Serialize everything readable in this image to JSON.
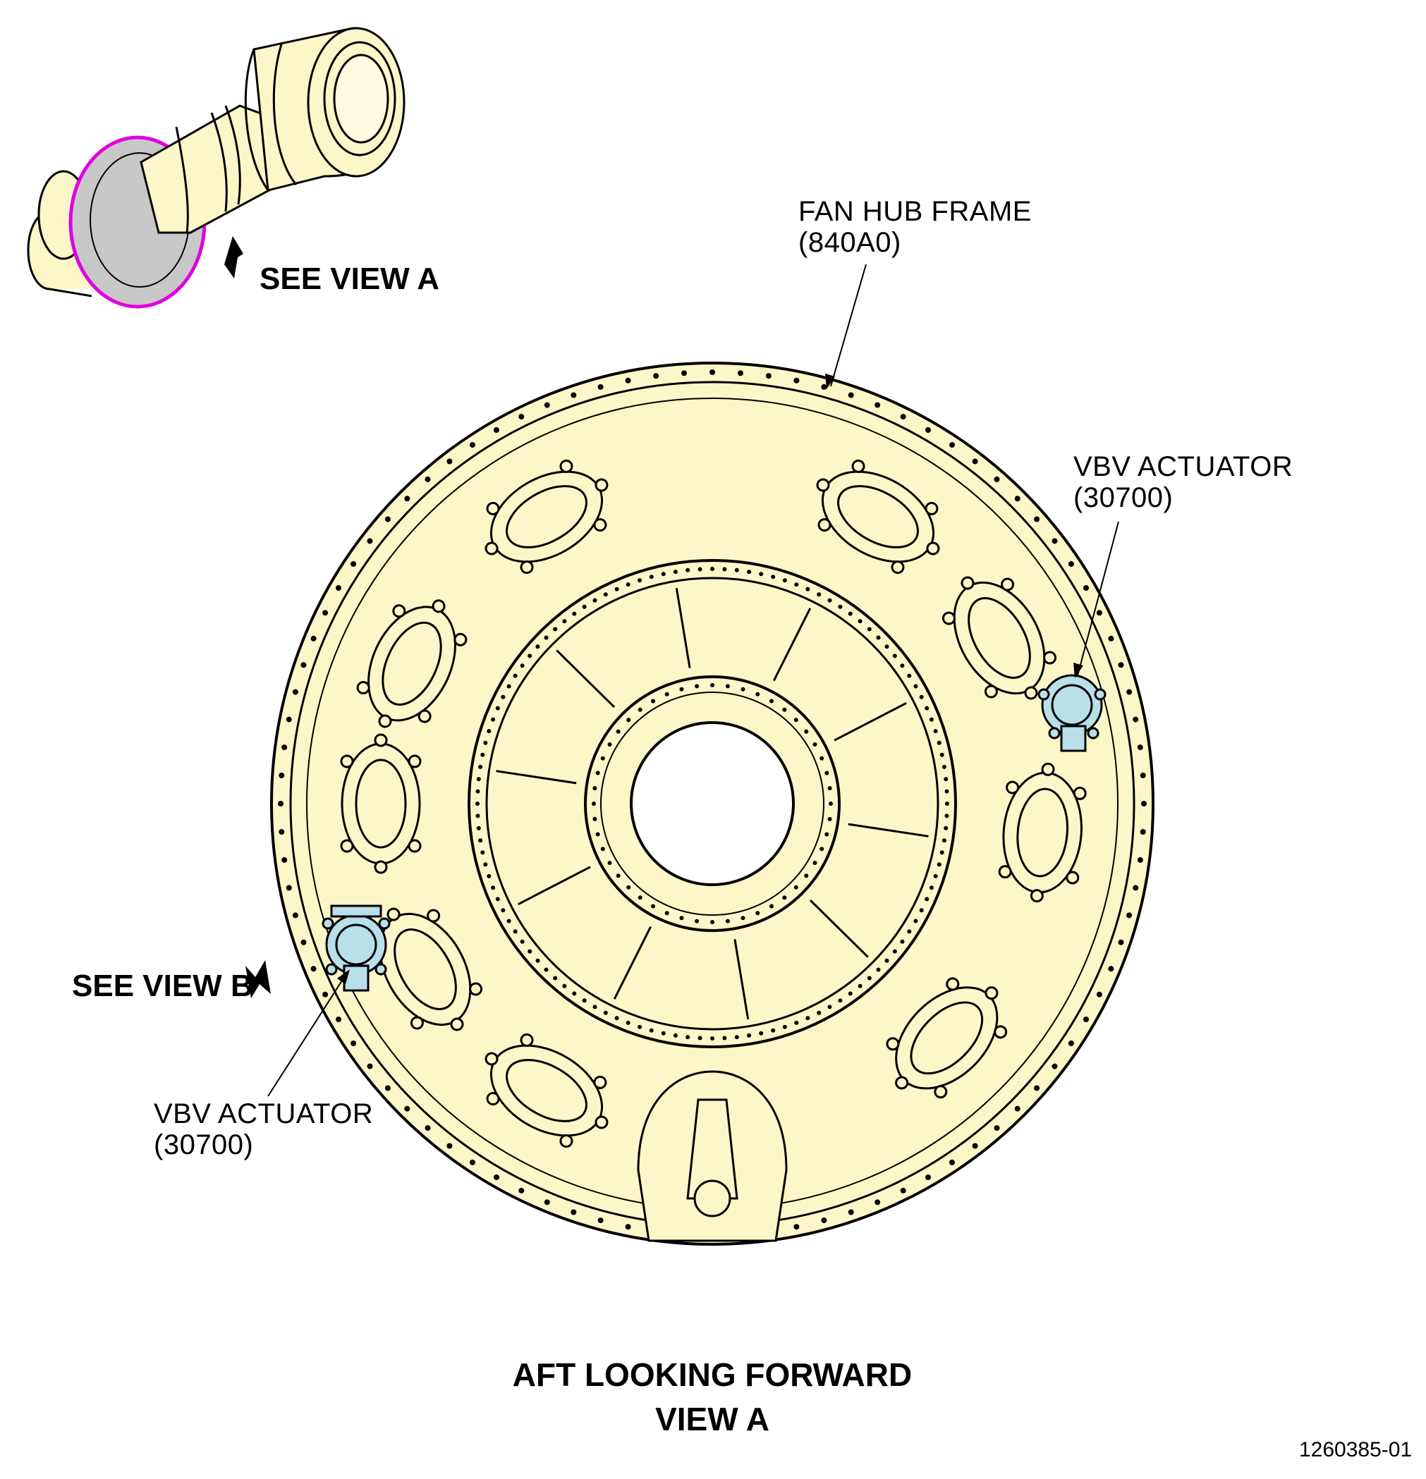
{
  "callouts": {
    "fan_hub_frame": {
      "name": "FAN HUB FRAME",
      "ref": "(840A0)"
    },
    "vbv_actuator_right": {
      "name": "VBV ACTUATOR",
      "ref": "(30700)"
    },
    "vbv_actuator_left": {
      "name": "VBV ACTUATOR",
      "ref": "(30700)"
    }
  },
  "view_refs": {
    "see_view_a": "SEE VIEW A",
    "see_view_b": "SEE VIEW B"
  },
  "caption": {
    "line1": "AFT LOOKING FORWARD",
    "line2": "VIEW A"
  },
  "figure_number": "1260385-01",
  "colors": {
    "part_fill": "#fbf7c8",
    "highlight_fill": "#c8c8c8",
    "highlight_outline": "#e000e0",
    "actuator_fill": "#b9dfe8",
    "line": "#000000"
  }
}
